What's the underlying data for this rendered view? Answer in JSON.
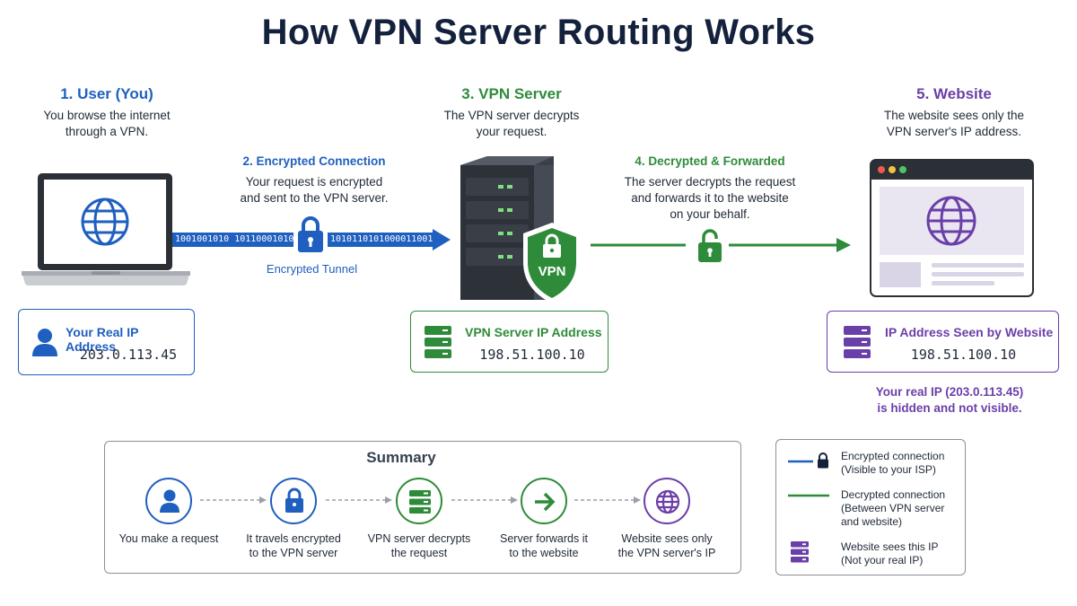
{
  "title": "How VPN Server Routing Works",
  "steps": {
    "user": {
      "heading": "1. User (You)",
      "desc": "You browse the internet\nthrough a VPN."
    },
    "encrypted": {
      "heading": "2. Encrypted Connection",
      "desc": "Your request is encrypted\nand sent to the VPN server.",
      "tunnel_label": "Encrypted Tunnel",
      "bits_left": "1001001010 10110001010",
      "bits_right": "10101101010000110010"
    },
    "server": {
      "heading": "3. VPN Server",
      "desc": "The VPN server decrypts\nyour request.",
      "shield_text": "VPN"
    },
    "forward": {
      "heading": "4. Decrypted & Forwarded",
      "desc": "The server decrypts the request\nand forwards it to the website\non your behalf."
    },
    "website": {
      "heading": "5. Website",
      "desc": "The website sees only the\nVPN server's IP address."
    }
  },
  "ip_boxes": {
    "real": {
      "label": "Your Real IP Address",
      "value": "203.0.113.45"
    },
    "server": {
      "label": "VPN Server IP Address",
      "value": "198.51.100.10"
    },
    "seen": {
      "label": "IP Address Seen by Website",
      "value": "198.51.100.10"
    }
  },
  "hidden_note": "Your real IP (203.0.113.45)\nis hidden and not visible.",
  "summary": {
    "title": "Summary",
    "items": [
      {
        "text": "You make a request",
        "icon": "user-icon"
      },
      {
        "text": "It travels encrypted\nto the VPN server",
        "icon": "lock-icon"
      },
      {
        "text": "VPN server decrypts\nthe request",
        "icon": "server-icon"
      },
      {
        "text": "Server forwards it\nto the website",
        "icon": "arrow-right-icon"
      },
      {
        "text": "Website sees only\nthe VPN server's IP",
        "icon": "globe-icon"
      }
    ]
  },
  "legend": [
    {
      "text": "Encrypted connection\n(Visible to your ISP)",
      "icon": "lock-icon"
    },
    {
      "text": "Decrypted connection\n(Between VPN server\nand website)",
      "icon": "green-line"
    },
    {
      "text": "Website sees this IP\n(Not your real IP)",
      "icon": "server-icon"
    }
  ],
  "colors": {
    "blue": "#1f5fbf",
    "green": "#2e8b3a",
    "purple": "#6b3fa8",
    "navy": "#14213d"
  }
}
